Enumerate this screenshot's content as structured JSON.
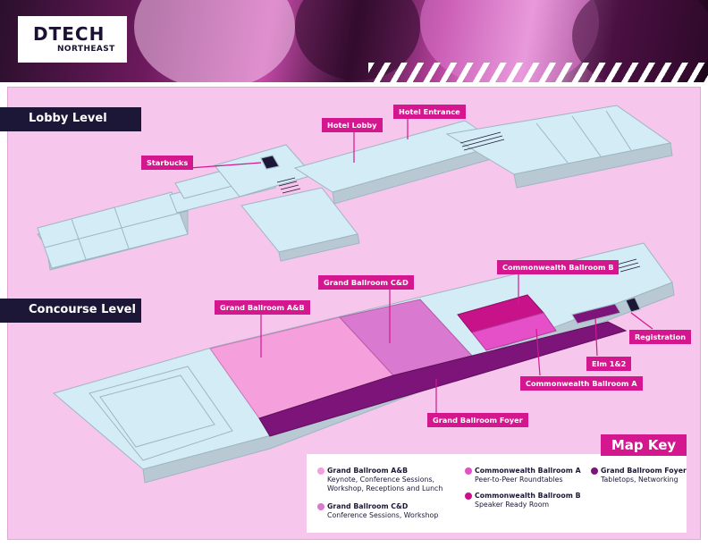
{
  "header": {
    "logo_main": "DTECH",
    "logo_sub": "NORTHEAST"
  },
  "levels": {
    "lobby": "Lobby Level",
    "concourse": "Concourse Level"
  },
  "callouts": {
    "starbucks": "Starbucks",
    "hotel_lobby": "Hotel Lobby",
    "hotel_entrance": "Hotel Entrance",
    "grand_ballroom_ab": "Grand Ballroom A&B",
    "grand_ballroom_cd": "Grand Ballroom C&D",
    "commonwealth_b": "Commonwealth Ballroom B",
    "registration": "Registration",
    "elm": "Elm 1&2",
    "commonwealth_a": "Commonwealth Ballroom A",
    "foyer": "Grand Ballroom Foyer"
  },
  "map_key": {
    "title": "Map Key",
    "items": [
      {
        "name": "Grand Ballroom A&B",
        "desc1": "Keynote, Conference Sessions,",
        "desc2": "Workshop, Receptions and Lunch",
        "color": "#f5a0dd"
      },
      {
        "name": "Grand Ballroom C&D",
        "desc1": "Conference Sessions, Workshop",
        "desc2": "",
        "color": "#d97ad0"
      },
      {
        "name": "Commonwealth Ballroom A",
        "desc1": "Peer-to-Peer Roundtables",
        "desc2": "",
        "color": "#e54fc7"
      },
      {
        "name": "Commonwealth Ballroom B",
        "desc1": "Speaker Ready Room",
        "desc2": "",
        "color": "#c8128a"
      },
      {
        "name": "Grand Ballroom Foyer",
        "desc1": "Tabletops, Networking",
        "desc2": "",
        "color": "#7d1479"
      }
    ]
  },
  "colors": {
    "floor": "#d4ecf5",
    "wall": "#b8c9d3",
    "accent": "#d4178e",
    "navy": "#1c1736",
    "panel": "#f7c6ec"
  }
}
